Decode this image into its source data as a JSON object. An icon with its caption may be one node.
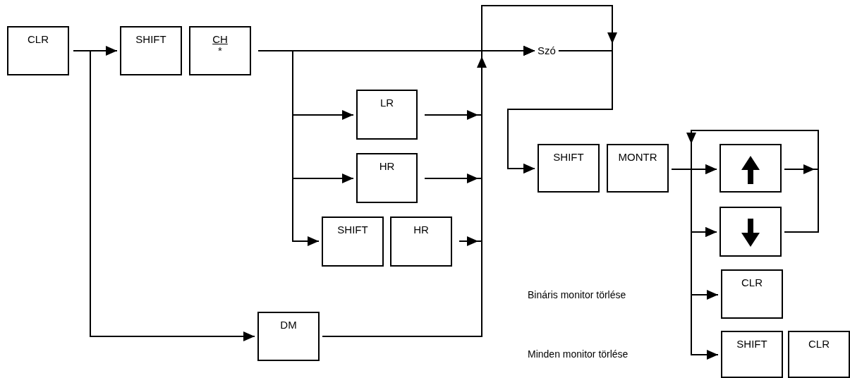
{
  "diagram": {
    "nodes": [
      {
        "text": [
          "CLR"
        ]
      },
      {
        "text": [
          "SHIFT"
        ]
      },
      {
        "text": [
          "CH",
          "*"
        ]
      },
      {
        "text": [
          "LR"
        ]
      },
      {
        "text": [
          "HR"
        ]
      },
      {
        "text": [
          "SHIFT"
        ]
      },
      {
        "text": [
          "HR"
        ]
      },
      {
        "text": [
          "DM"
        ]
      },
      {
        "text": [
          "Szó"
        ]
      },
      {
        "text": [
          "SHIFT"
        ]
      },
      {
        "text": [
          "MONTR"
        ]
      },
      {
        "text": [],
        "shape": "box"
      },
      {
        "text": [],
        "shape": "box"
      },
      {
        "text": [
          "CLR"
        ]
      },
      {
        "text": [
          "SHIFT"
        ]
      },
      {
        "text": [
          "CLR"
        ]
      }
    ],
    "edges": [
      {
        "from": 0,
        "to": 1,
        "arrow": "to"
      },
      {
        "from": 0,
        "to": 7,
        "arrow": "to"
      },
      {
        "from": 2,
        "to": 8,
        "arrow": "to"
      },
      {
        "from": 2,
        "to": 3,
        "arrow": "to"
      },
      {
        "from": 2,
        "to": 4,
        "arrow": "to"
      },
      {
        "from": 2,
        "to": 5,
        "arrow": "to"
      },
      {
        "from": 3,
        "to": 8,
        "arrow": "to"
      },
      {
        "from": 4,
        "to": 8,
        "arrow": "to"
      },
      {
        "from": 6,
        "to": 8,
        "arrow": "to"
      },
      {
        "from": 7,
        "to": 8,
        "arrow": "to"
      },
      {
        "from": 2,
        "to": 9,
        "arrow": "to"
      },
      {
        "from": 8,
        "to": 9,
        "arrow": "to"
      },
      {
        "from": 10,
        "to": 11,
        "arrow": "to"
      },
      {
        "from": 10,
        "to": 12,
        "arrow": "to"
      },
      {
        "from": 10,
        "to": 13,
        "arrow": "to"
      },
      {
        "from": 10,
        "to": 14,
        "arrow": "to"
      },
      {
        "from": 11,
        "to": 12,
        "arrow": "to"
      },
      {
        "from": 12,
        "to": 11,
        "arrow": "to"
      }
    ],
    "labels": [
      "Bináris monitor törlése",
      "Minden monitor törlése"
    ]
  }
}
